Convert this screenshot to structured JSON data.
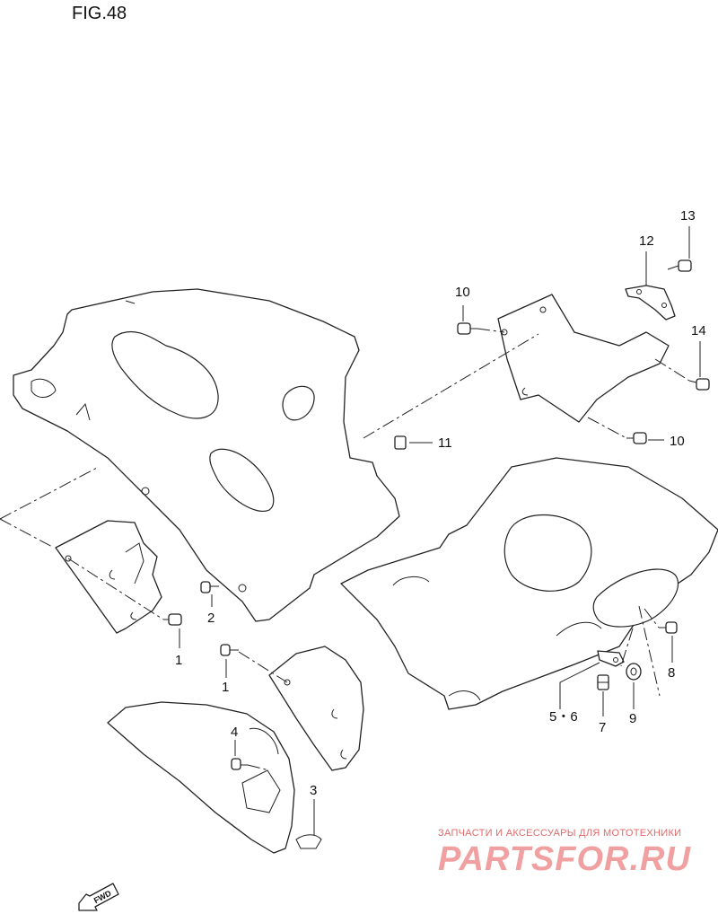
{
  "figure": {
    "title": "FIG.48"
  },
  "callouts": {
    "c1a": "1",
    "c1b": "1",
    "c2": "2",
    "c3": "3",
    "c4": "4",
    "c56": "5・6",
    "c7": "7",
    "c8": "8",
    "c9": "9",
    "c10a": "10",
    "c10b": "10",
    "c11": "11",
    "c12": "12",
    "c13": "13",
    "c14": "14"
  },
  "fwd_marker": {
    "label": "FWD"
  },
  "watermark": {
    "tagline": "ЗАПЧАСТИ И АКСЕССУАРЫ ДЛЯ МОТОТЕХНИКИ",
    "logo": "PARTSFOR.RU",
    "color": "#e36a6a"
  }
}
